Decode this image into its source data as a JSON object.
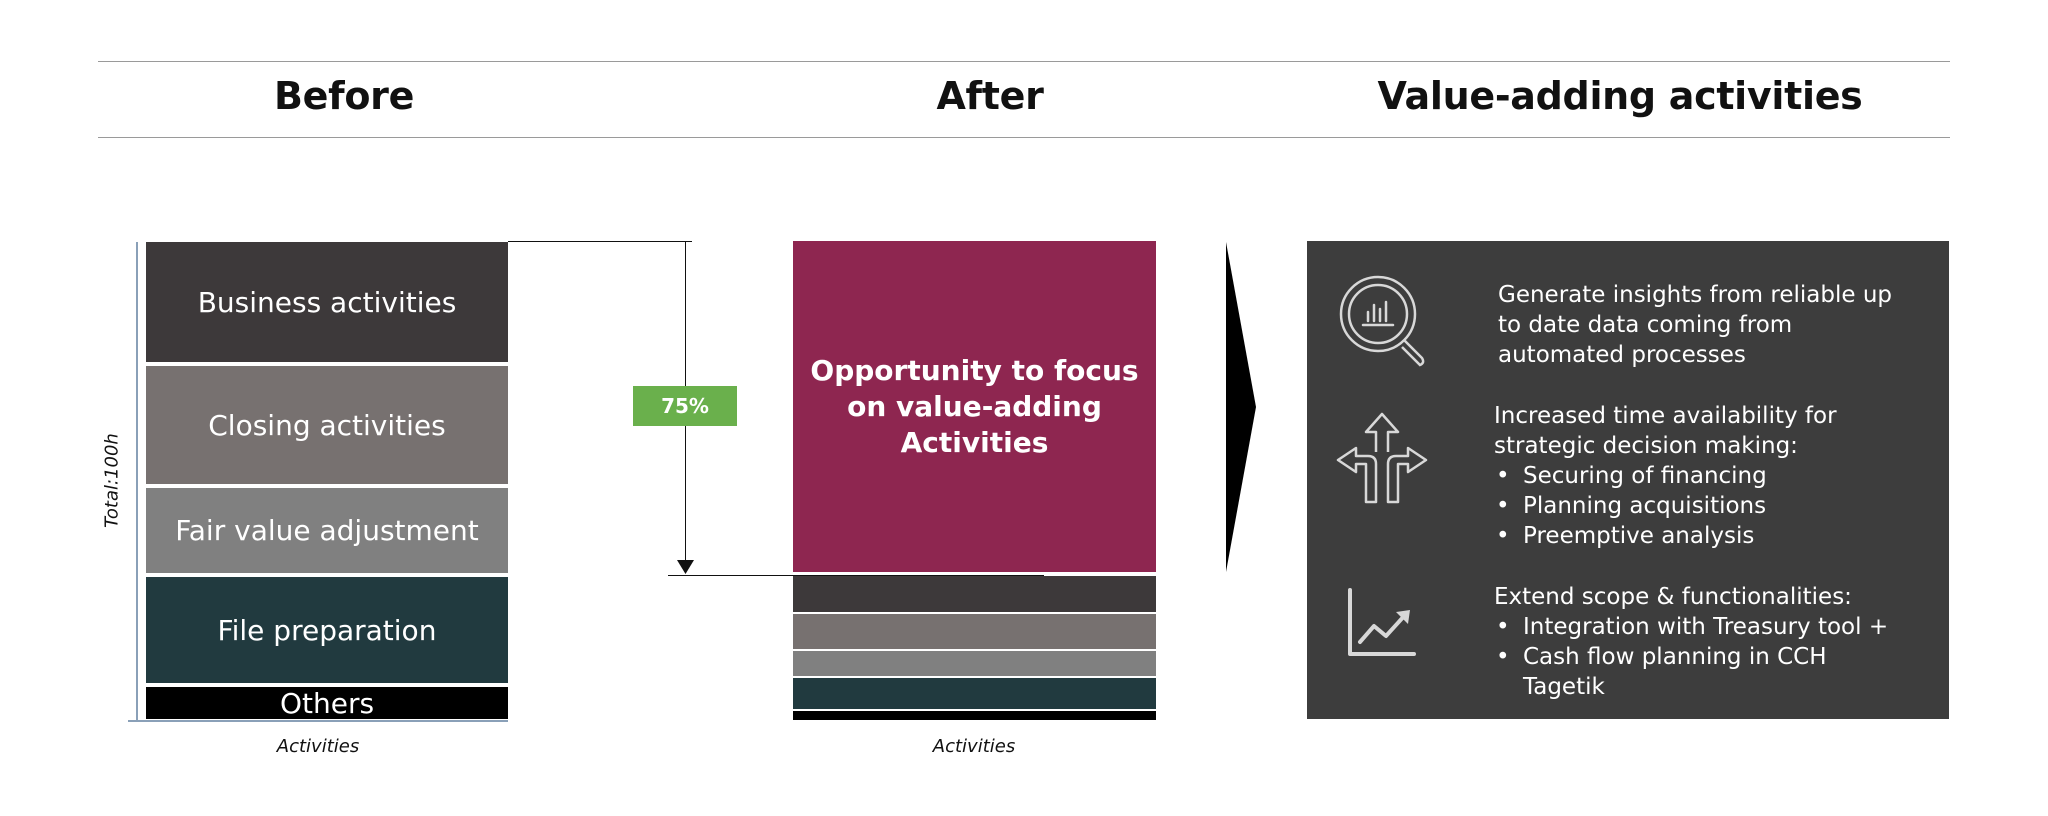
{
  "headers": {
    "before": "Before",
    "after": "After",
    "value": "Value-adding activities"
  },
  "before": {
    "activities": [
      {
        "label": "Business activities",
        "color": "#3d393a"
      },
      {
        "label": "Closing activities",
        "color": "#777170"
      },
      {
        "label": "Fair value adjustment",
        "color": "#808080"
      },
      {
        "label": "File preparation",
        "color": "#213a3f"
      },
      {
        "label": "Others",
        "color": "#000000"
      }
    ],
    "total_label": "Total:100h",
    "xlabel": "Activities"
  },
  "reduction": {
    "label": "75%",
    "color": "#6ab04c"
  },
  "after": {
    "highlight": {
      "lines": [
        "Opportunity to focus",
        "on value-adding",
        "Activities"
      ],
      "color": "#8e2650"
    },
    "xlabel": "Activities"
  },
  "value_panel": {
    "background": "#3d3d3d",
    "items": [
      {
        "icon": "magnifier-chart-icon",
        "lines": [
          "Generate insights from reliable up",
          "to date data coming from",
          "automated processes"
        ],
        "bullets": []
      },
      {
        "icon": "split-arrows-icon",
        "lines": [
          "Increased time availability for",
          "strategic decision making:"
        ],
        "bullets": [
          "Securing of financing",
          "Planning acquisitions",
          "Preemptive analysis"
        ]
      },
      {
        "icon": "trend-chart-icon",
        "lines": [
          "Extend scope & functionalities:"
        ],
        "bullets": [
          "Integration with Treasury tool +",
          "Cash flow planning in CCH",
          "Tagetik"
        ]
      }
    ]
  }
}
